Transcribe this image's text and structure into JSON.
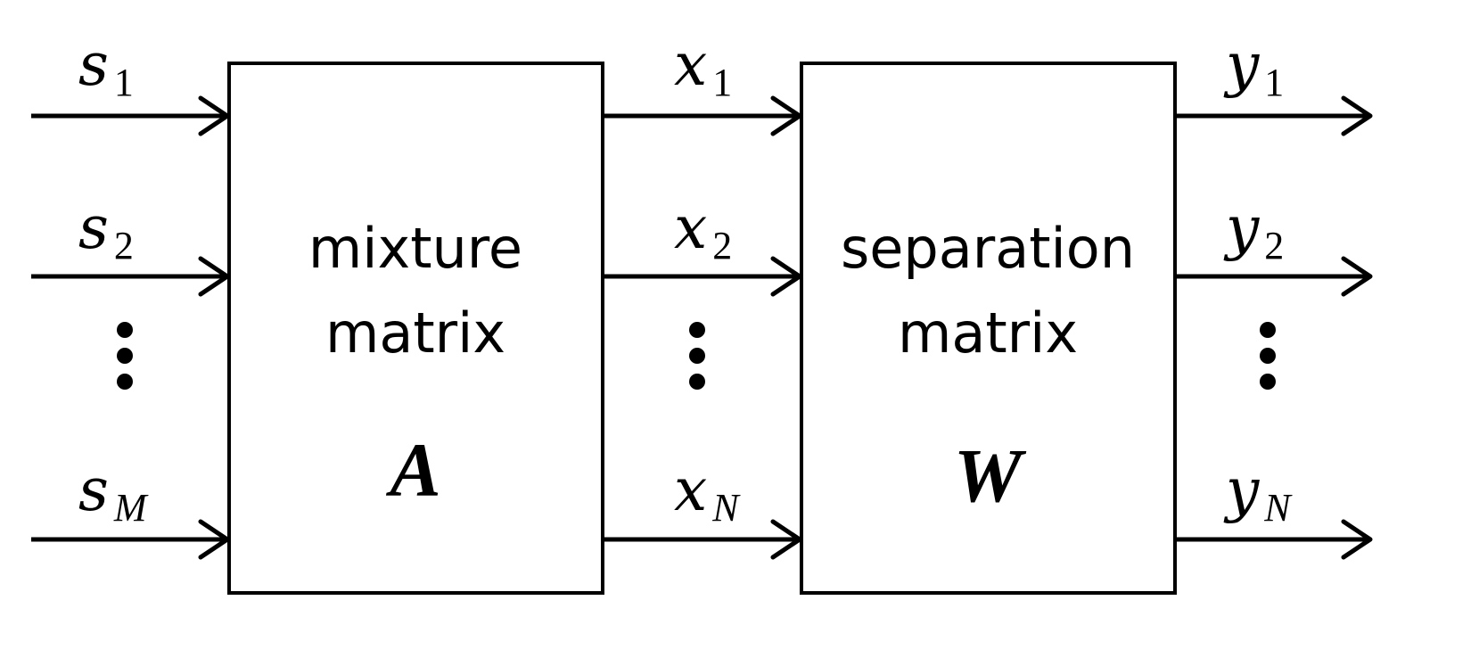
{
  "inputs": {
    "s1": {
      "main": "s",
      "sub": "1",
      "sub_italic": false
    },
    "s2": {
      "main": "s",
      "sub": "2",
      "sub_italic": false
    },
    "sM": {
      "main": "s",
      "sub": "M",
      "sub_italic": true
    }
  },
  "mixture_block": {
    "line1": "mixture",
    "line2": "matrix",
    "symbol": "A"
  },
  "intermediate": {
    "x1": {
      "main": "x",
      "sub": "1",
      "sub_italic": false
    },
    "x2": {
      "main": "x",
      "sub": "2",
      "sub_italic": false
    },
    "xN": {
      "main": "x",
      "sub": "N",
      "sub_italic": true
    }
  },
  "separation_block": {
    "line1": "separation",
    "line2": "matrix",
    "symbol": "W"
  },
  "outputs": {
    "y1": {
      "main": "y",
      "sub": "1",
      "sub_italic": false
    },
    "y2": {
      "main": "y",
      "sub": "2",
      "sub_italic": false
    },
    "yN": {
      "main": "y",
      "sub": "N",
      "sub_italic": true
    }
  }
}
